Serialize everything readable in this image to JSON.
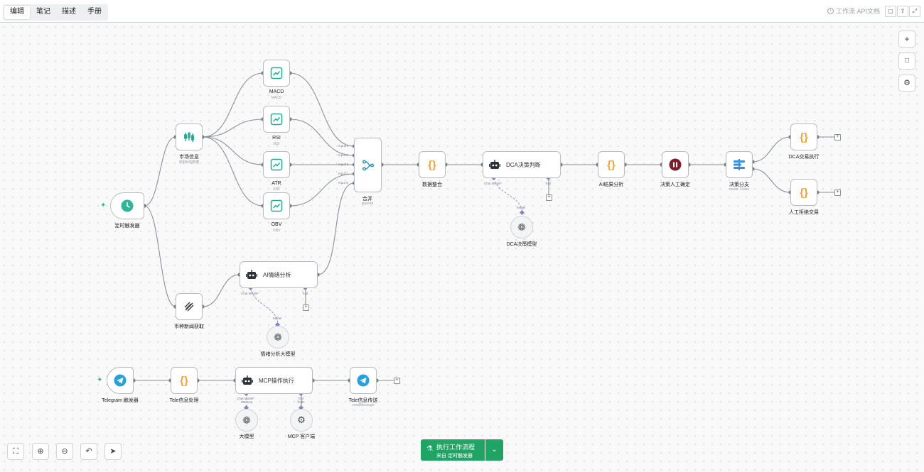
{
  "tabs": [
    "编辑",
    "笔记",
    "描述",
    "手册"
  ],
  "api_doc": "工作流 API文档",
  "nodes": {
    "macd": {
      "label": "MACD",
      "sub": "MACD"
    },
    "rsi": {
      "label": "RSI",
      "sub": "RSI"
    },
    "atr": {
      "label": "ATR",
      "sub": "ATR"
    },
    "obv": {
      "label": "OBV",
      "sub": "OBV"
    },
    "market": {
      "label": "市场信息",
      "sub": "获取K线数据"
    },
    "timer": {
      "label": "定时触发器"
    },
    "merge": {
      "label": "合并",
      "sub": "append",
      "inputs": [
        "Input 1",
        "Input 2",
        "Input 3",
        "Input 4",
        "Input 5"
      ]
    },
    "data_merge": {
      "label": "数据整合"
    },
    "dca_decide": {
      "title": "DCA决策判断"
    },
    "dca_model": {
      "label": "DCA决策模型"
    },
    "ai_result": {
      "label": "AI结果分析"
    },
    "manual": {
      "label": "决策人工确定"
    },
    "branch": {
      "label": "决策分支",
      "sub": "mode: Rules"
    },
    "dca_exec": {
      "label": "DCA交易执行"
    },
    "reject": {
      "label": "人工拒绝交易"
    },
    "news": {
      "label": "币种新闻获取"
    },
    "ai_sentiment": {
      "title": "AI情绪分析"
    },
    "sentiment_model": {
      "label": "情绪分析大模型"
    },
    "tg_trigger": {
      "label": "Telegram 触发器"
    },
    "tele_process": {
      "label": "Tele信息处理"
    },
    "mcp_exec": {
      "title": "MCP操作执行"
    },
    "llm": {
      "label": "大模型"
    },
    "mcp_client": {
      "label": "MCP 客户端"
    },
    "tele_send": {
      "label": "Tele信息传送",
      "sub": "sendMessage"
    }
  },
  "ports": {
    "chat_model": "Chat Model*",
    "tool": "Tool",
    "model": "Model",
    "memory": "Memory",
    "tools": "Tools"
  },
  "run_button": {
    "line1": "执行工作流程",
    "line2": "来自 定时触发器"
  },
  "colors": {
    "accent": "#21a366",
    "teal": "#1fa992",
    "orange": "#f2a33a",
    "maroon": "#7a1f2b",
    "blue": "#2a9fd8"
  }
}
